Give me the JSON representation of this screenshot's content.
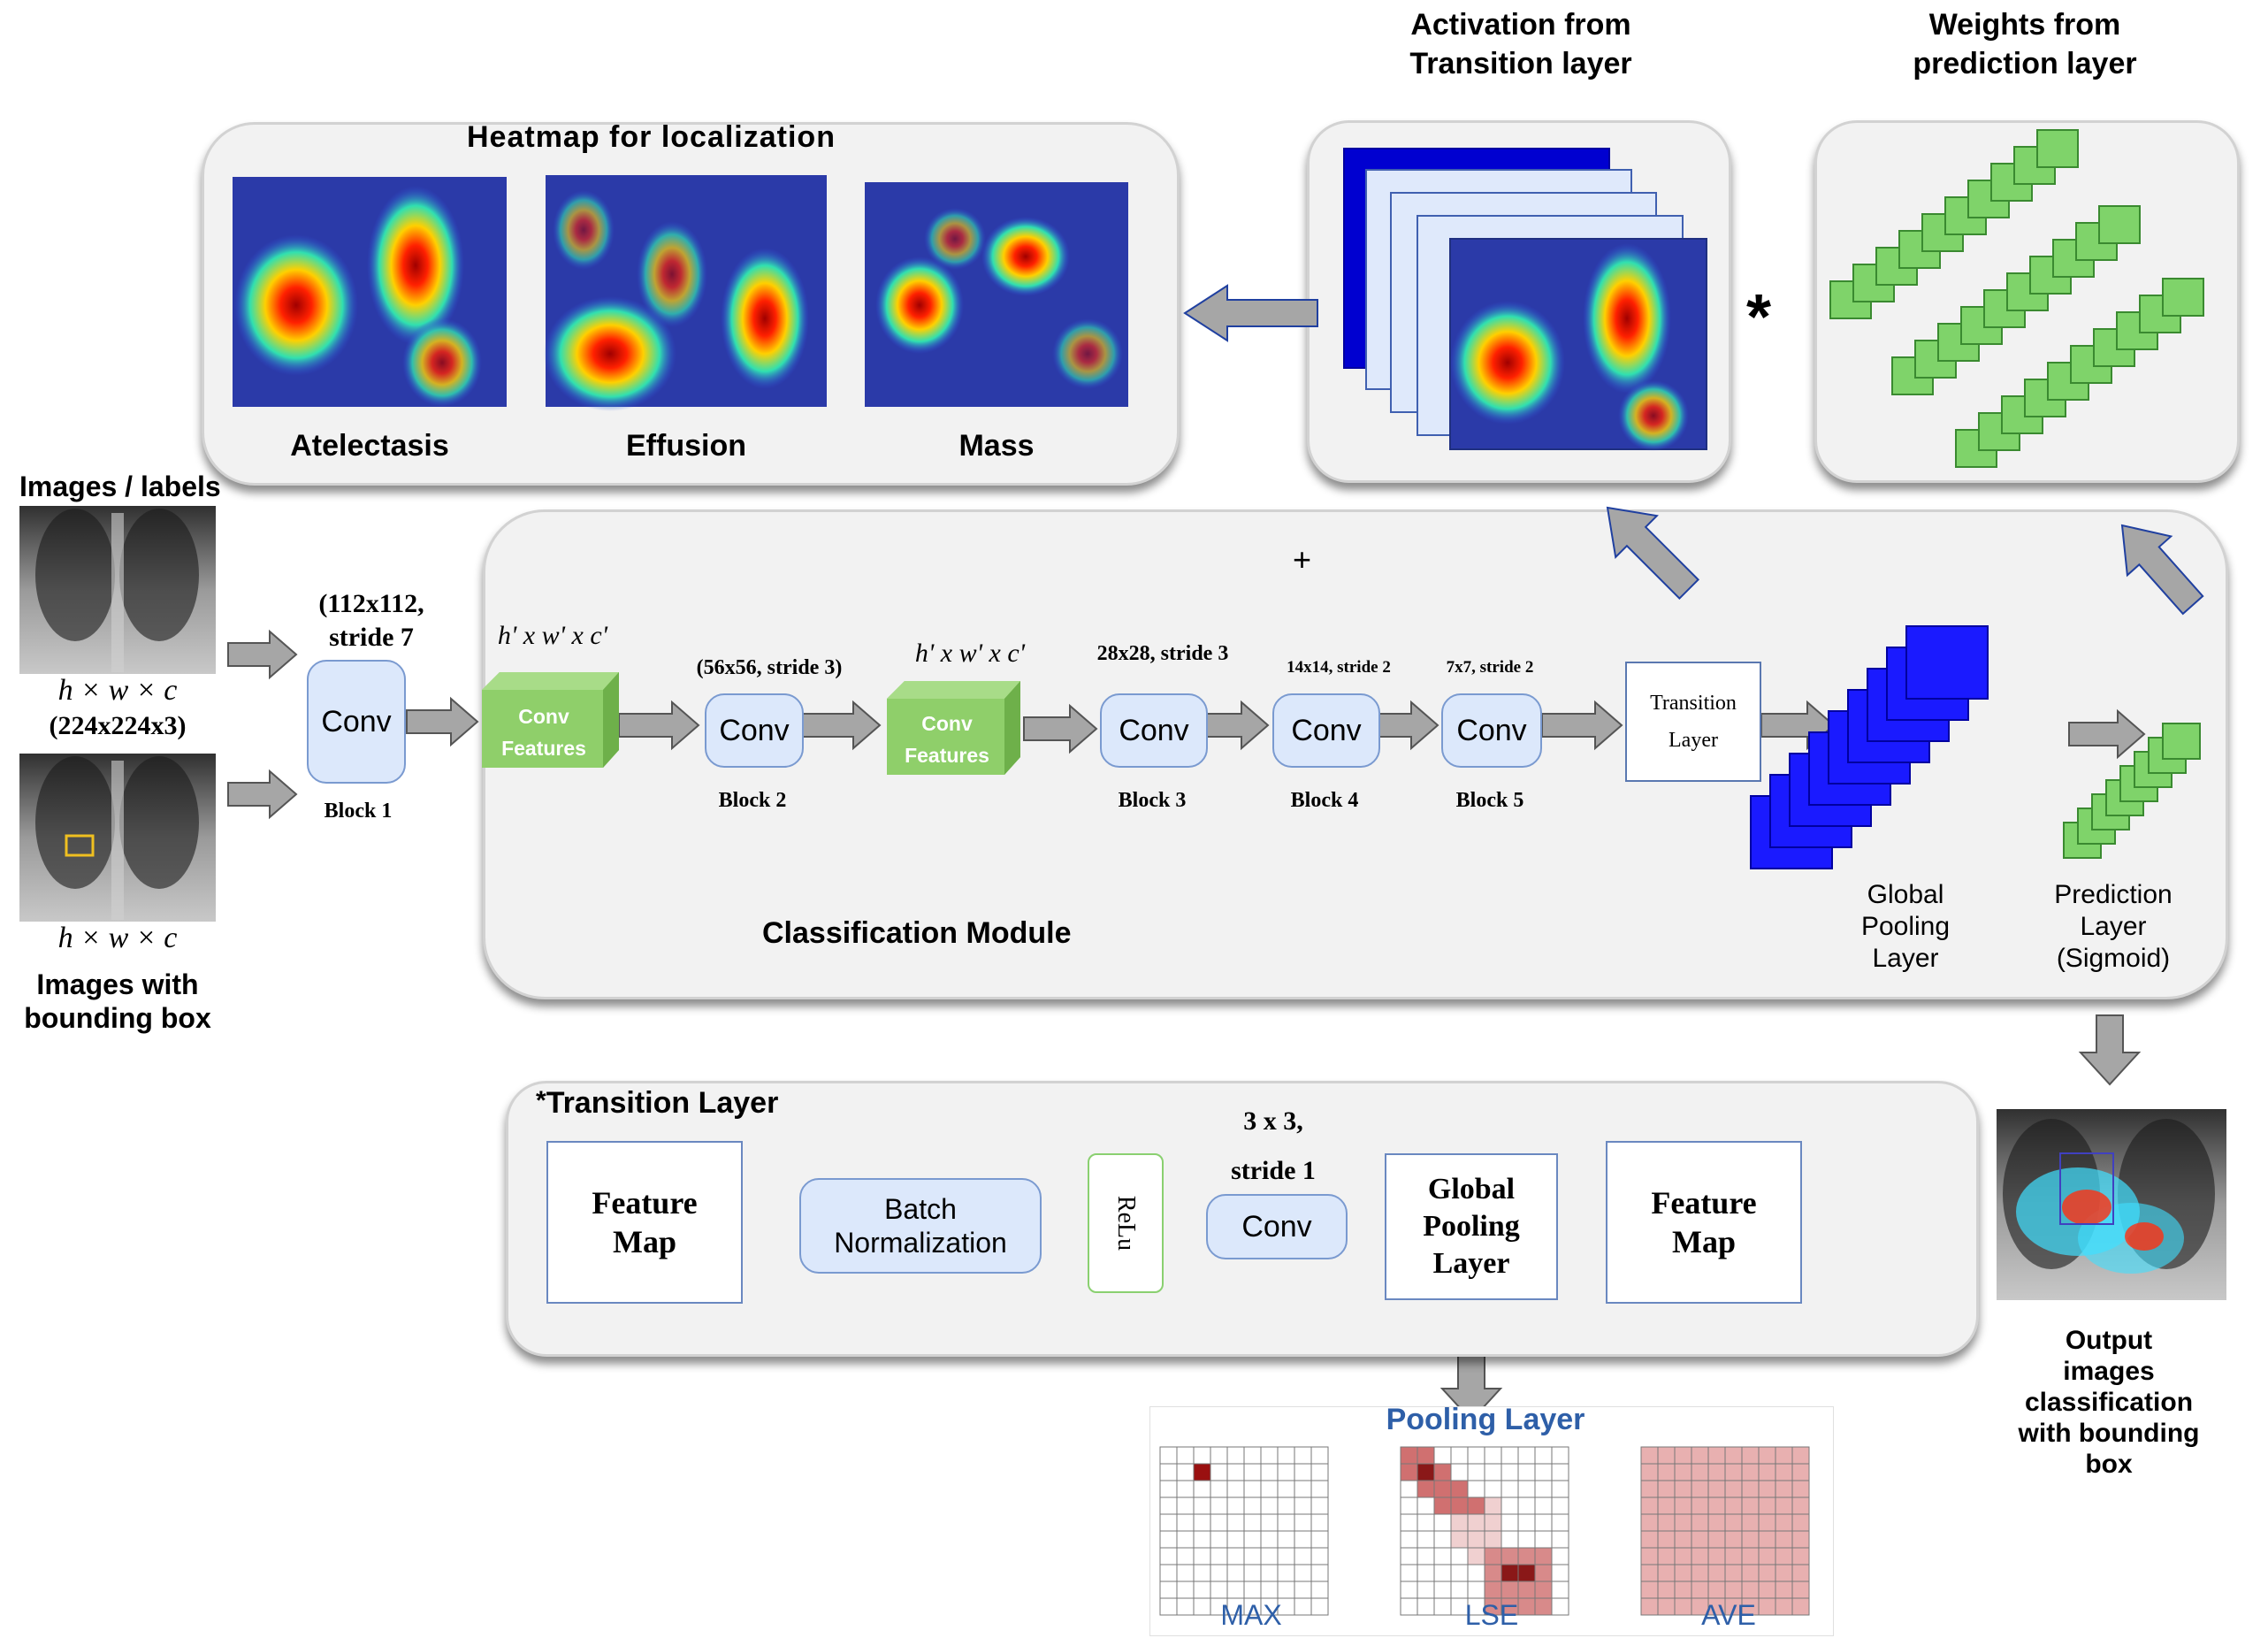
{
  "heatmap_panel": {
    "title": "Heatmap for localization",
    "labels": [
      "Atelectasis",
      "Effusion",
      "Mass"
    ]
  },
  "activation": {
    "title_line1": "Activation from",
    "title_line2": "Transition layer"
  },
  "weights": {
    "title_line1": "Weights from",
    "title_line2": "prediction layer"
  },
  "multiply_symbol": "*",
  "inputs": {
    "label_top": "Images / labels",
    "dims_top": "h × w × c",
    "size_top": "(224x224x3)",
    "dims_bottom": "h × w × c",
    "label_bottom_line1": "Images with",
    "label_bottom_line2": "bounding box"
  },
  "classification": {
    "title": "Classification Module",
    "plus": "+",
    "block1": {
      "spec_line1": "(112x112,",
      "spec_line2": "stride 7",
      "label": "Conv",
      "name": "Block 1"
    },
    "features1": {
      "dims": "h' x w' x c'",
      "label_line1": "Conv",
      "label_line2": "Features"
    },
    "block2": {
      "spec": "(56x56, stride 3)",
      "label": "Conv",
      "name": "Block 2"
    },
    "features2": {
      "dims": "h' x w' x c'",
      "label_line1": "Conv",
      "label_line2": "Features"
    },
    "block3": {
      "spec": "28x28, stride 3",
      "label": "Conv",
      "name": "Block 3"
    },
    "block4": {
      "spec": "14x14, stride 2",
      "label": "Conv",
      "name": "Block 4"
    },
    "block5": {
      "spec": "7x7, stride 2",
      "label": "Conv",
      "name": "Block 5"
    },
    "transition": {
      "line1": "Transition",
      "line2": "Layer"
    },
    "global_pool": {
      "line1": "Global",
      "line2": "Pooling",
      "line3": "Layer"
    },
    "prediction": {
      "line1": "Prediction",
      "line2": "Layer",
      "line3": "(Sigmoid)"
    }
  },
  "transition_panel": {
    "title_star": "*",
    "title": "Transition Layer",
    "feature_map_in": {
      "line1": "Feature",
      "line2": "Map"
    },
    "batch_norm": {
      "line1": "Batch",
      "line2": "Normalization"
    },
    "relu": "ReLu",
    "conv_spec_line1": "3 x 3,",
    "conv_spec_line2": "stride 1",
    "conv": "Conv",
    "global_pool": {
      "line1": "Global",
      "line2": "Pooling",
      "line3": "Layer"
    },
    "feature_map_out": {
      "line1": "Feature",
      "line2": "Map"
    }
  },
  "pooling": {
    "title": "Pooling Layer",
    "labels": [
      "MAX",
      "LSE",
      "AVE"
    ]
  },
  "output": {
    "line1": "Output",
    "line2": "images",
    "line3": "classification",
    "line4": "with bounding",
    "line5": "box"
  },
  "colors": {
    "panel_bg": "#f2f2f2",
    "conv_block": "#dce8fb",
    "feature_green": "#8fcf6a",
    "weight_green": "#7fd36a",
    "pool_blue": "#1a1aff",
    "arrow_gray": "#a6a6a6",
    "pool_title_blue": "#2e5fa8",
    "pool_red": "#b84040"
  }
}
